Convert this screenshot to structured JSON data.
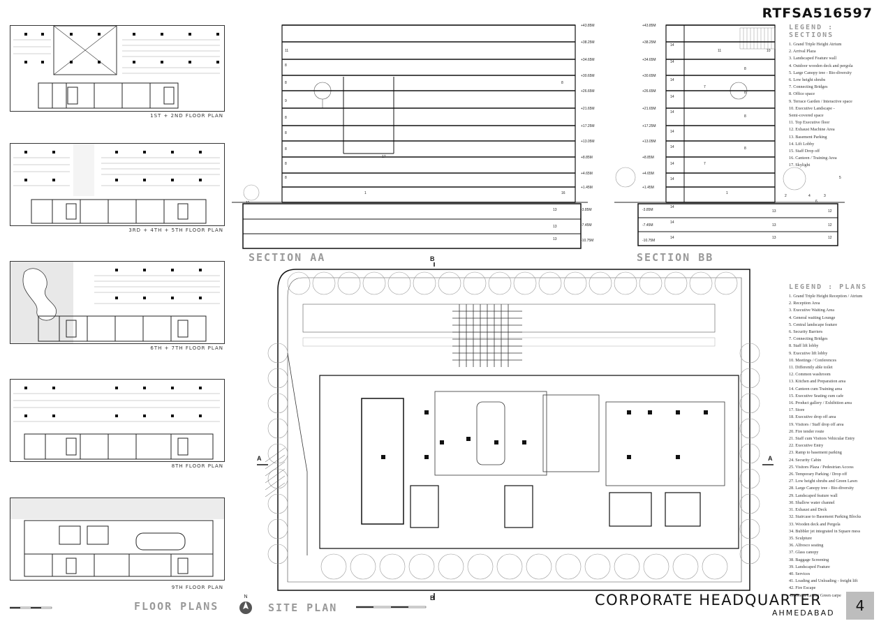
{
  "sheet_id": "RTFSA516597",
  "labels": {
    "floor_plans": "FLOOR PLANS",
    "site_plan": "SITE PLAN",
    "section_aa": "SECTION AA",
    "section_bb": "SECTION BB",
    "north": "N",
    "cut_a": "A",
    "cut_b": "B"
  },
  "floor_plans": [
    {
      "label": "1ST + 2ND FLOOR PLAN"
    },
    {
      "label": "3RD + 4TH + 5TH FLOOR PLAN"
    },
    {
      "label": "6TH + 7TH FLOOR PLAN"
    },
    {
      "label": "8TH FLOOR PLAN"
    },
    {
      "label": "9TH FLOOR PLAN"
    }
  ],
  "legend_sections": {
    "title": "LEGEND : SECTIONS",
    "items": [
      "1. Grand Triple Height Atrium",
      "2. Arrival Plaza",
      "3. Landscaped Feature wall",
      "4. Outdoor wooden deck and pergola",
      "5. Large Canopy tree - Bio-diversity",
      "6. Low height shrubs",
      "7. Connecting Bridges",
      "8. Office space",
      "9. Terrace Garden / Interactive space",
      "10. Executive Landscape -",
      "      Semi-covered space",
      "11. Top Executive floor",
      "12. Exhaust Machine Area",
      "13. Basement Parking",
      "14. Lift Lobby",
      "15. Staff Drop off",
      "16. Canteen / Training Area",
      "17. Skylight"
    ]
  },
  "legend_plans": {
    "title": "LEGEND : PLANS",
    "items": [
      "1. Grand Triple Height Reception / Atrium",
      "2. Reception Area",
      "3. Executive Waiting Area",
      "4. General waiting Lounge",
      "5. Central landscape feature",
      "6. Security Barriers",
      "7. Connecting Bridges",
      "8. Staff lift lobby",
      "9. Executive lift lobby",
      "10. Meetings / Conferences",
      "11. Differently able toilet",
      "12. Common washroom",
      "13. Kitchen and Preparation area",
      "14. Canteen cum Training area",
      "15. Executive Seating cum cafe",
      "16. Product gallery / Exhibition area",
      "17. Store",
      "18. Executive drop off area",
      "19. Visitors / Staff drop off area",
      "20. Fire tender route",
      "21. Staff cum Visitors Vehicular Entry",
      "22. Executive Entry",
      "23. Ramp to basement parking",
      "24. Security Cabin",
      "25. Visitors Plaza / Pedestrian Access",
      "26. Temporary Parking / Drop off",
      "27. Low height shrubs and Green Lawn",
      "28. Large Canopy tree - Bio-diversity",
      "29. Landscaped feature wall",
      "30. Shallow water channel",
      "31. Exhaust and Deck",
      "32. Staircase to Basement Parking Blocks",
      "33. Wooden deck and Pergola",
      "34. Bubbler jet integrated in Square mess",
      "35. Sculpture",
      "36. Alfresco seating",
      "37. Glass canopy",
      "38. Baggage Screening",
      "39. Landscaped Feature",
      "40. Services",
      "41. Loading and Unloading - freight lift",
      "42. Fire Escape",
      "43. Green Lawn / Green carpe"
    ]
  },
  "section_levels": [
    "+43.85M",
    "+38.25M",
    "+34.65M",
    "+30.65M",
    "+26.65M",
    "+21.65M",
    "+17.25M",
    "+13.05M",
    "+8.85M",
    "+4.65M",
    "+1.45M",
    "-3.85M",
    "-7.45M",
    "-10.75M"
  ],
  "section_aa_tags": [
    "11",
    "8",
    "9",
    "8",
    "8",
    "8",
    "8",
    "8",
    "8",
    "8",
    "17",
    "1",
    "16",
    "15",
    "13",
    "13",
    "13"
  ],
  "section_bb_tags": [
    "14",
    "14",
    "14",
    "14",
    "14",
    "14",
    "14",
    "14",
    "14",
    "7",
    "7",
    "8",
    "8",
    "8",
    "8",
    "11",
    "10",
    "1",
    "2",
    "3",
    "4",
    "6",
    "5",
    "13",
    "13",
    "13",
    "12",
    "12",
    "12",
    "14",
    "14",
    "14"
  ],
  "title": "CORPORATE HEADQUARTER",
  "subtitle": "AHMEDABAD",
  "sheet_number": "4",
  "colors": {
    "ink": "#222222",
    "gray": "#999999",
    "badge": "#bdbdbd"
  }
}
